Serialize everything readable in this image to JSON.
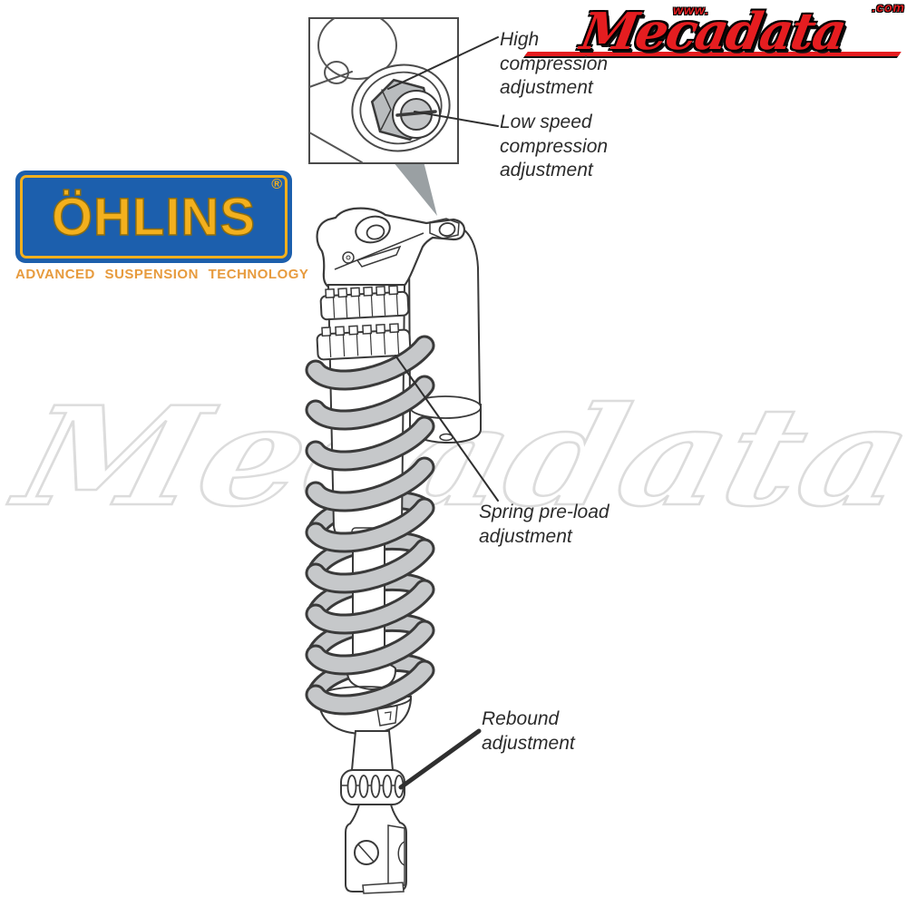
{
  "mecadata_logo": {
    "www": "www.",
    "name": "Mecadata",
    "com": ".com",
    "color": "#e51d20",
    "outline_color": "#111111"
  },
  "ohlins_logo": {
    "name": "ÖHLINS",
    "registered": "®",
    "tagline": "ADVANCED SUSPENSION TECHNOLOGY",
    "box_color": "#1c5fad",
    "letter_color": "#f3b01d",
    "tagline_color": "#e79b3e"
  },
  "watermark": {
    "text": "Mecadata",
    "color": "#dcdcdc"
  },
  "labels": {
    "high_compression": "High\ncompression\nadjustment",
    "low_speed_compression": "Low speed\ncompression\nadjustment",
    "spring_preload": "Spring pre-load\nadjustment",
    "rebound": "Rebound\nadjustment"
  },
  "illustration": {
    "line_color": "#3a3a3a",
    "spring_color": "#c6c8ca",
    "nut_color": "#b9bcbe",
    "wedge_color": "#9aa0a3"
  }
}
